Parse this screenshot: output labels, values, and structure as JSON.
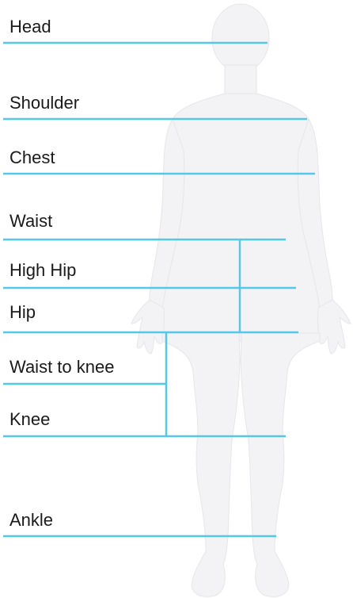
{
  "colors": {
    "silhouette_fill": "#f3f3f5",
    "silhouette_stroke": "#e6e6ea",
    "line": "#55c8ea",
    "text": "#1a1a1a"
  },
  "labels": {
    "head": "Head",
    "shoulder": "Shoulder",
    "chest": "Chest",
    "waist": "Waist",
    "high_hip": "High Hip",
    "hip": "Hip",
    "waist_to_knee": "Waist to knee",
    "knee": "Knee",
    "ankle": "Ankle"
  }
}
